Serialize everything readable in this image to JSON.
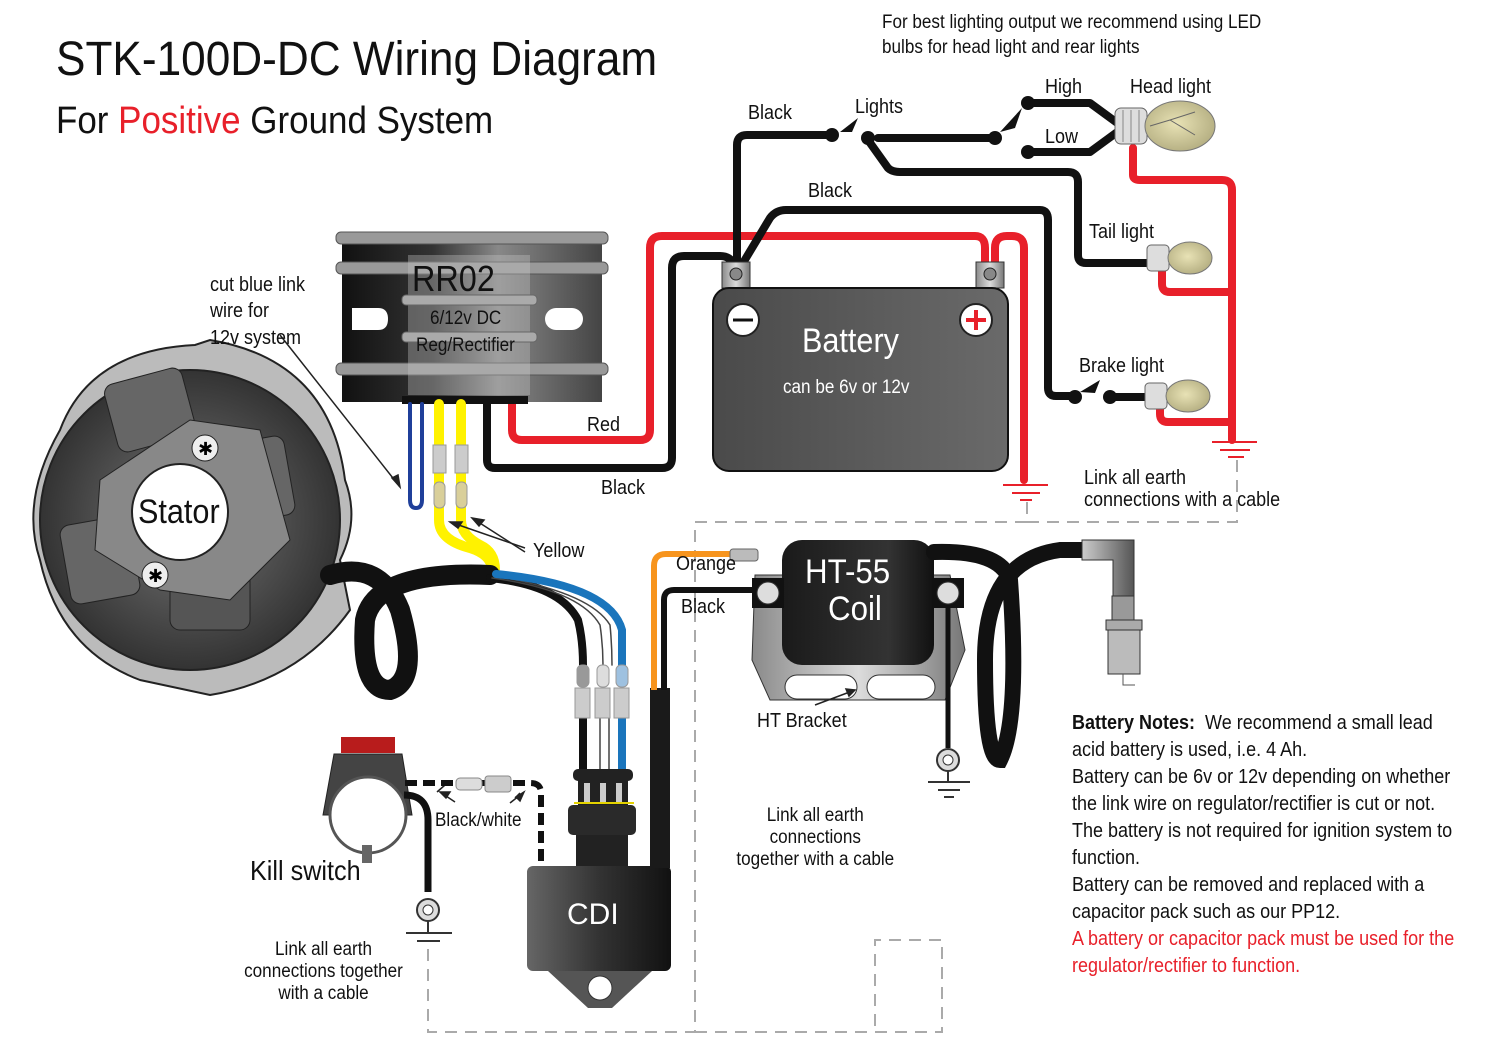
{
  "header": {
    "title": "STK-100D-DC Wiring Diagram",
    "subtitle_prefix": "For",
    "subtitle_highlight": "Positive",
    "subtitle_suffix": "Ground System"
  },
  "top_note": {
    "line1": "For best lighting output we recommend using LED",
    "line2": "bulbs for head light and rear lights"
  },
  "components": {
    "regulator": {
      "model": "RR02",
      "line1": "6/12v DC",
      "line2": "Reg/Rectifier"
    },
    "battery": {
      "label": "Battery",
      "sub": "can be 6v or 12v",
      "neg_symbol": "−",
      "pos_symbol": "+"
    },
    "stator": {
      "label": "Stator"
    },
    "coil": {
      "line1": "HT-55",
      "line2": "Coil"
    },
    "bracket": {
      "label": "HT Bracket"
    },
    "cdi": {
      "label": "CDI"
    },
    "kill_switch": {
      "label": "Kill switch"
    }
  },
  "lights": {
    "switch_label": "Lights",
    "high": "High",
    "low": "Low",
    "head_light": "Head light",
    "tail_light": "Tail light",
    "brake_light": "Brake light"
  },
  "wires": {
    "black_top": "Black",
    "black_battery": "Black",
    "red": "Red",
    "black_rr": "Black",
    "yellow": "Yellow",
    "orange": "Orange",
    "black_coil": "Black",
    "black_white": "Black/white"
  },
  "annotations": {
    "cut_link": [
      "cut blue link",
      "wire for",
      "12v system"
    ],
    "earth_right": [
      "Link all earth",
      "connections with a cable"
    ],
    "earth_middle": [
      "Link all earth",
      "connections",
      "together with a cable"
    ],
    "earth_left": [
      "Link all earth",
      "connections together",
      "with a cable"
    ]
  },
  "battery_notes": {
    "heading": "Battery Notes:",
    "lines": [
      "We recommend a small lead",
      "acid battery is used, i.e. 4 Ah.",
      "Battery can be 6v or 12v depending on whether",
      "the link wire on regulator/rectifier is cut or not.",
      "The battery is not required for ignition system to",
      "function.",
      "Battery can be removed and replaced with a",
      "capacitor pack such as our PP12."
    ],
    "warning": [
      "A battery or capacitor pack must be used for the",
      "regulator/rectifier to function."
    ]
  },
  "colors": {
    "red_wire": "#e8202a",
    "yellow_wire": "#fff200",
    "blue_wire": "#1a75bc",
    "link_blue": "#1f3f9a",
    "orange_wire": "#f7941d",
    "black_wire": "#111111",
    "earth_dash": "#aaaaaa",
    "highlight_red": "#e8202a"
  }
}
